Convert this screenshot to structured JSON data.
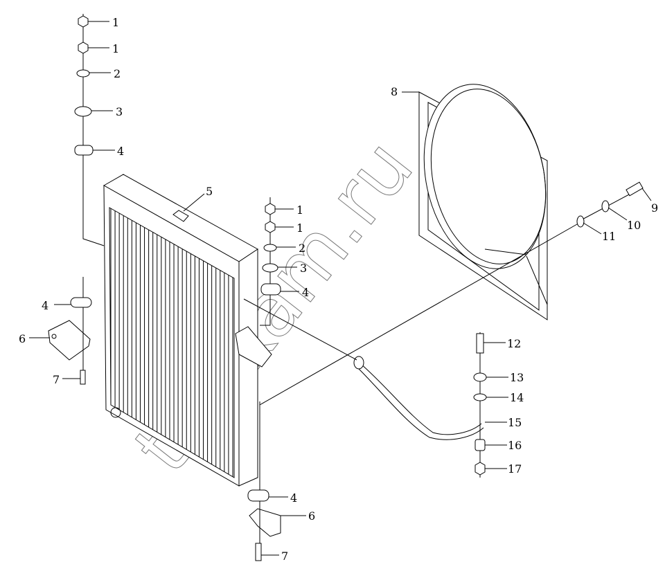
{
  "diagram": {
    "title": "Radiator and fan shroud mounting",
    "watermark": "taf-kam.ru",
    "callouts": [
      "1",
      "1",
      "2",
      "3",
      "4",
      "5",
      "1",
      "1",
      "2",
      "3",
      "4",
      "4",
      "6",
      "7",
      "8",
      "9",
      "10",
      "11",
      "12",
      "13",
      "14",
      "15",
      "16",
      "17",
      "4",
      "6",
      "7"
    ]
  }
}
